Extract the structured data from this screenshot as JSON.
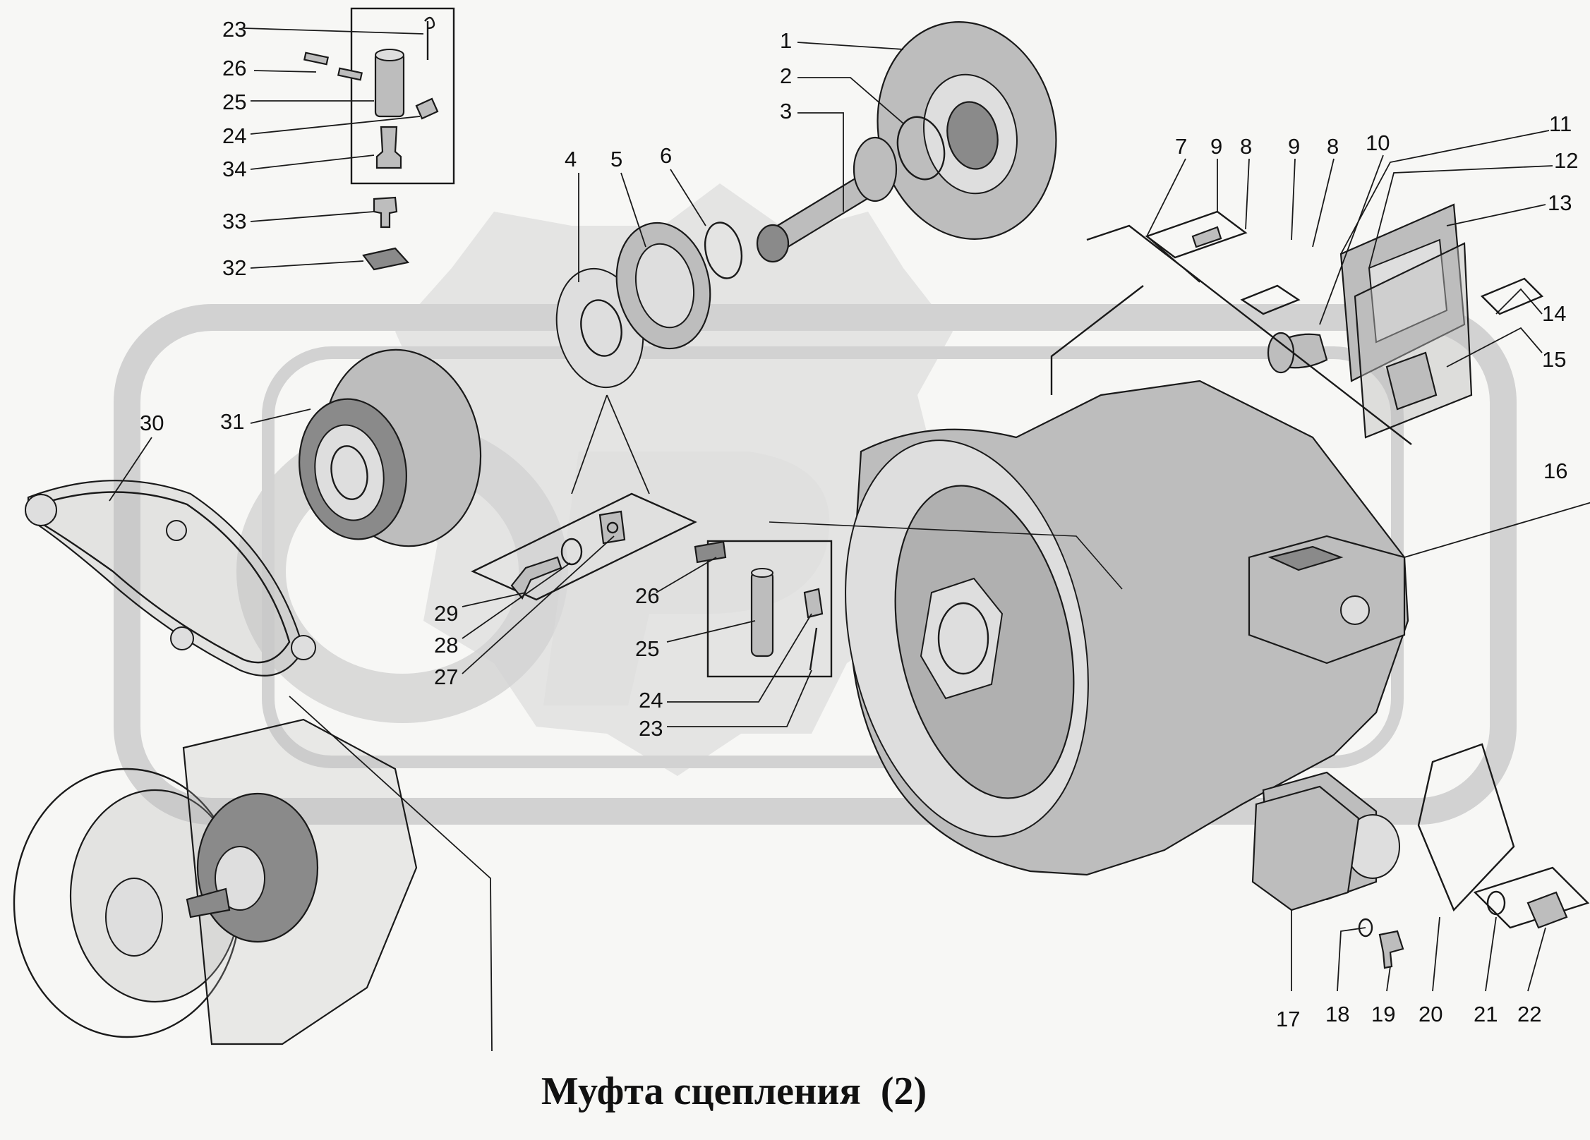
{
  "title": "Муфта сцепления  (2)",
  "colors": {
    "ink": "#1a1a1a",
    "part_fill": "#bdbdbd",
    "watermark": "#dcdcdc",
    "background": "#f7f7f5"
  },
  "callouts": [
    {
      "id": "c1",
      "label": "1"
    },
    {
      "id": "c2",
      "label": "2"
    },
    {
      "id": "c3",
      "label": "3"
    },
    {
      "id": "c4",
      "label": "4"
    },
    {
      "id": "c5",
      "label": "5"
    },
    {
      "id": "c6",
      "label": "6"
    },
    {
      "id": "c7",
      "label": "7"
    },
    {
      "id": "c9a",
      "label": "9"
    },
    {
      "id": "c8a",
      "label": "8"
    },
    {
      "id": "c9b",
      "label": "9"
    },
    {
      "id": "c8b",
      "label": "8"
    },
    {
      "id": "c10",
      "label": "10"
    },
    {
      "id": "c11",
      "label": "11"
    },
    {
      "id": "c12",
      "label": "12"
    },
    {
      "id": "c13",
      "label": "13"
    },
    {
      "id": "c14",
      "label": "14"
    },
    {
      "id": "c15",
      "label": "15"
    },
    {
      "id": "c16",
      "label": "16"
    },
    {
      "id": "c17",
      "label": "17"
    },
    {
      "id": "c18",
      "label": "18"
    },
    {
      "id": "c19",
      "label": "19"
    },
    {
      "id": "c20",
      "label": "20"
    },
    {
      "id": "c21",
      "label": "21"
    },
    {
      "id": "c22",
      "label": "22"
    },
    {
      "id": "c23a",
      "label": "23"
    },
    {
      "id": "c26a",
      "label": "26"
    },
    {
      "id": "c25a",
      "label": "25"
    },
    {
      "id": "c24a",
      "label": "24"
    },
    {
      "id": "c34",
      "label": "34"
    },
    {
      "id": "c33",
      "label": "33"
    },
    {
      "id": "c32",
      "label": "32"
    },
    {
      "id": "c30",
      "label": "30"
    },
    {
      "id": "c31",
      "label": "31"
    },
    {
      "id": "c29",
      "label": "29"
    },
    {
      "id": "c28",
      "label": "28"
    },
    {
      "id": "c27",
      "label": "27"
    },
    {
      "id": "c26b",
      "label": "26"
    },
    {
      "id": "c25b",
      "label": "25"
    },
    {
      "id": "c24b",
      "label": "24"
    },
    {
      "id": "c23b",
      "label": "23"
    }
  ]
}
